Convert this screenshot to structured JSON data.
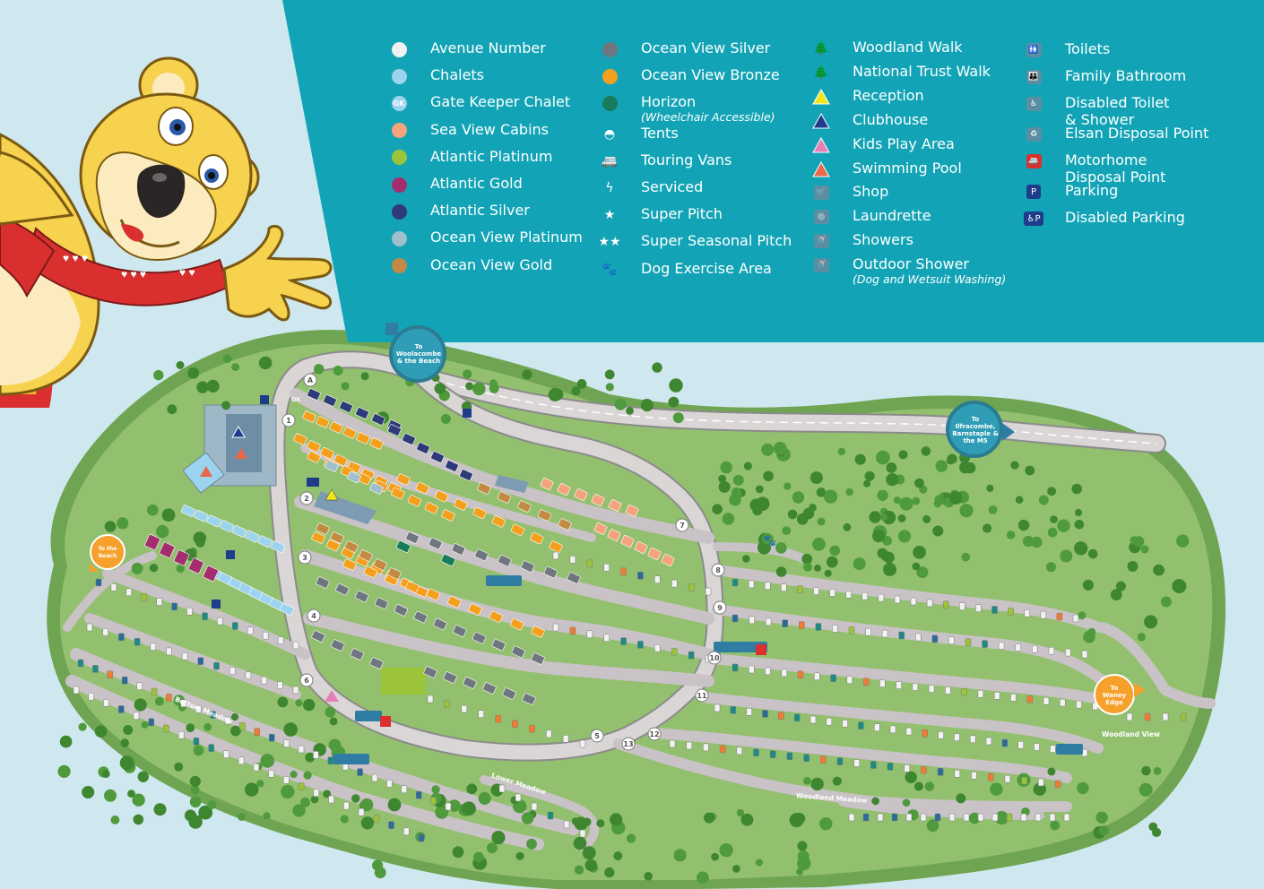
{
  "legend": {
    "col1": [
      {
        "label": "Avenue Number",
        "color": "#f1f1f1"
      },
      {
        "label": "Chalets",
        "color": "#9cd3ee"
      },
      {
        "label": "Gate Keeper Chalet",
        "color": "#9cd3ee",
        "badge": "GK"
      },
      {
        "label": "Sea View Cabins",
        "color": "#f4a37d"
      },
      {
        "label": "Atlantic Platinum",
        "color": "#9bc43b"
      },
      {
        "label": "Atlantic Gold",
        "color": "#a32d6f"
      },
      {
        "label": "Atlantic Silver",
        "color": "#2f3b78"
      },
      {
        "label": "Ocean View Platinum",
        "color": "#9fbfcd"
      },
      {
        "label": "Ocean View Gold",
        "color": "#c38a43"
      }
    ],
    "col2": [
      {
        "label": "Ocean View Silver",
        "color": "#6f7680",
        "icon": "dot"
      },
      {
        "label": "Ocean View Bronze",
        "color": "#f5a01c",
        "icon": "dot"
      },
      {
        "label": "Horizon",
        "sub": "(Wheelchair Accessible)",
        "color": "#177b5c",
        "icon": "dot"
      },
      {
        "label": "Tents",
        "icon": "tent-icon"
      },
      {
        "label": "Touring Vans",
        "icon": "caravan-icon"
      },
      {
        "label": "Serviced",
        "icon": "lightning-icon"
      },
      {
        "label": "Super Pitch",
        "icon": "star-icon"
      },
      {
        "label": "Super Seasonal Pitch",
        "icon": "double-star-icon"
      },
      {
        "label": "Dog Exercise Area",
        "icon": "paw-icon"
      }
    ],
    "col3": [
      {
        "label": "Woodland Walk",
        "icon": "tree-icon"
      },
      {
        "label": "National Trust Walk",
        "icon": "tree-outline-icon"
      },
      {
        "label": "Reception",
        "icon": "triangle-icon",
        "color": "#f3e51d"
      },
      {
        "label": "Clubhouse",
        "icon": "triangle-icon",
        "color": "#1d3c8a"
      },
      {
        "label": "Kids Play Area",
        "icon": "triangle-icon",
        "color": "#e67fb5"
      },
      {
        "label": "Swimming Pool",
        "icon": "triangle-icon",
        "color": "#e8684a"
      },
      {
        "label": "Shop",
        "icon": "cart-icon"
      },
      {
        "label": "Laundrette",
        "icon": "washer-icon"
      },
      {
        "label": "Showers",
        "icon": "shower-icon"
      },
      {
        "label": "Outdoor Shower",
        "sub": "(Dog and Wetsuit Washing)",
        "icon": "shower-icon"
      }
    ],
    "col4": [
      {
        "label": "Toilets",
        "icon": "toilets-icon"
      },
      {
        "label": "Family Bathroom",
        "icon": "family-icon"
      },
      {
        "label": "Disabled Toilet",
        "label2": "& Shower",
        "icon": "wheelchair-icon"
      },
      {
        "label": "Elsan Disposal Point",
        "icon": "elsan-icon"
      },
      {
        "label": "Motorhome",
        "label2": "Disposal Point",
        "icon": "motorhome-icon"
      },
      {
        "label": "Parking",
        "icon": "parking-icon",
        "badge": "P"
      },
      {
        "label": "Disabled Parking",
        "icon": "disabled-parking-icon",
        "badge": "♿P"
      }
    ]
  },
  "map": {
    "signs": {
      "woolacombe": "To Woolacombe & the Beach",
      "ilfracombe": "To Ilfracombe, Barnstaple & the M5",
      "beach": "To the Beach",
      "waney": "To Waney Edge"
    },
    "areas": {
      "bottom_meadow": "Bottom Meadow",
      "lower_meadow": "Lower Meadow",
      "woodland_meadow": "Woodland Meadow",
      "woodland_view": "Woodland View"
    },
    "avenues": [
      "A",
      "1",
      "2",
      "3",
      "4",
      "5",
      "6",
      "7",
      "8",
      "9",
      "10",
      "11",
      "12",
      "13"
    ],
    "gate_keeper": "GK",
    "parking": "P",
    "disabled_parking": "♿P"
  },
  "colors": {
    "sea": "#cfe7ee",
    "panel": "#12a4b6",
    "land": "#93c06f",
    "land_edge": "#6fa552",
    "road": "#d9d6d5",
    "road_edge": "#8b8b8b",
    "pitch_strip": "#c9c2c6",
    "tree": "#4f9a3c",
    "tree_dark": "#3f8631"
  }
}
